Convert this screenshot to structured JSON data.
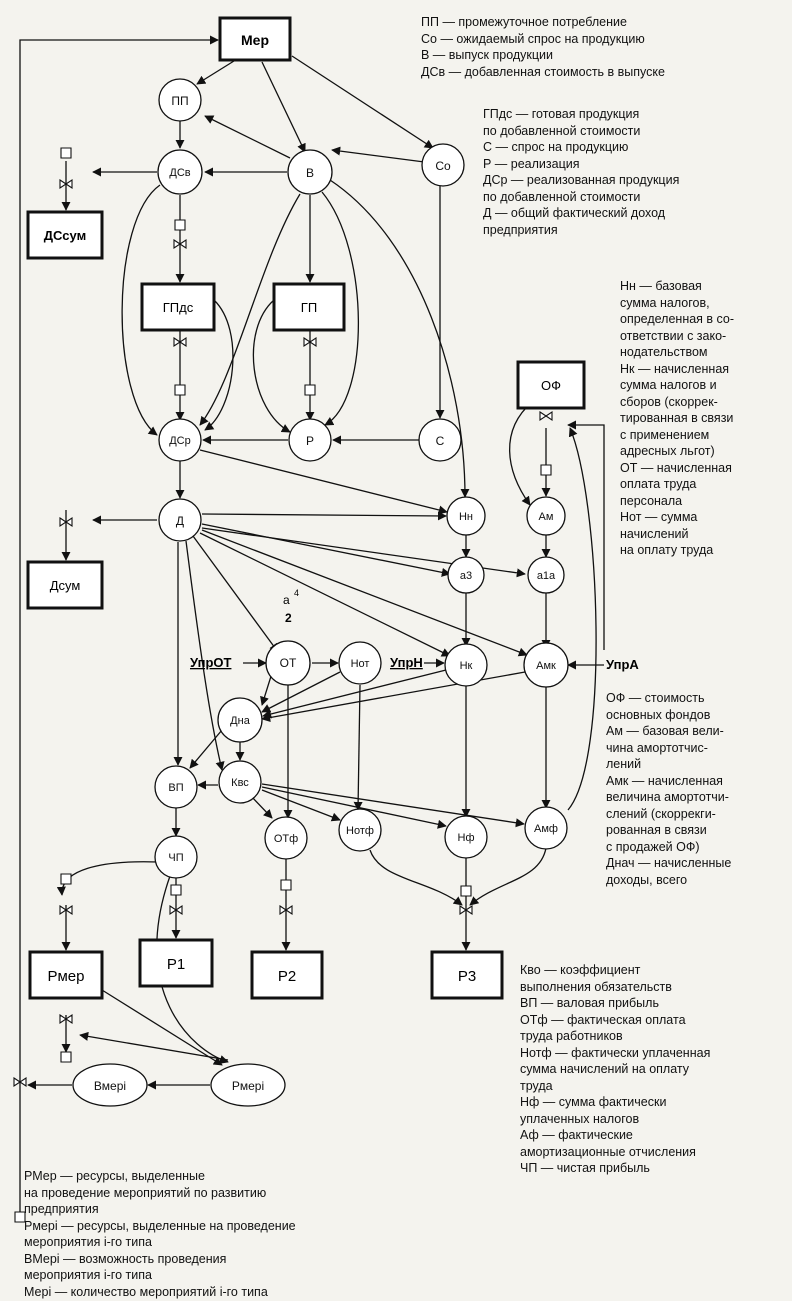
{
  "nodes": {
    "mer": "Мер",
    "pp": "ПП",
    "dsv": "ДСв",
    "v": "В",
    "so": "Со",
    "dssum": "ДСсум",
    "gpds": "ГПдс",
    "gp": "ГП",
    "dsr": "ДСр",
    "r": "Р",
    "s": "С",
    "of": "ОФ",
    "d": "Д",
    "nn": "Нн",
    "am": "Ам",
    "dsum": "Дсум",
    "a3": "а3",
    "a1a": "а1а",
    "ot": "ОТ",
    "not": "Нот",
    "nk": "Нк",
    "amk": "Амк",
    "dnach": "Дна",
    "vp": "ВП",
    "kvo": "Квс",
    "chp": "ЧП",
    "otf": "ОТф",
    "notf": "Нотф",
    "nf": "Нф",
    "amf": "Амф",
    "rmer": "Рмер",
    "p1": "Р1",
    "p2": "Р2",
    "p3": "Р3",
    "vmeri": "Вмерi",
    "rmeri": "Рмерi"
  },
  "controls": {
    "upr_ot": "УпрОТ",
    "upr_n": "УпрН",
    "upr_a": "УпрА",
    "mark_a": "а",
    "mark_a_sup": "4",
    "mark_2": "2"
  },
  "legends": {
    "top": "ПП — промежуточное потребление\nСо — ожидаемый спрос на продукцию\nВ — выпуск продукции\nДСв — добавленная стоимость в выпуске",
    "top2": "ГПдс — готовая продукция\nпо добавленной стоимости\nС — спрос на продукцию\nР — реализация\nДСр — реализованная продукция\nпо добавленной стоимости\nД — общий фактический доход\nпредприятия",
    "taxes": "Нн — базовая\nсумма налогов,\nопределенная в со-\nответствии с зако-\nнодательством\nНк — начисленная\nсумма налогов и\nсборов (скоррек-\nтированная в связи\nс применением\nадресных льгот)\nОТ — начисленная\nоплата труда\nперсонала\nНот — сумма\nначислений\nна оплату труда",
    "of": "ОФ — стоимость\nосновных фондов\nАм — базовая вели-\nчина амортотчис-\nлений\nАмк — начисленная\nвеличина амортотчи-\nслений (скоррекги-\nрованная в связи\nс продажей ОФ)\nДнач — начисленные\nдоходы, всего",
    "kvo": "Кво — коэффициент\nвыполнения обязательств\nВП — валовая прибыль\nОТф — фактическая оплата\nтруда работников\nНотф — фактически уплаченная\nсумма начислений на оплату\nтруда\nНф — сумма фактически\nуплаченных налогов\nАф — фактические\nамортизационные отчисления\nЧП — чистая прибыль",
    "bottom": "РМер — ресурсы, выделенные\nна проведение мероприятий по развитию\nпредприятия\nРмерi — ресурсы, выделенные на проведение\nмероприятия i-го типа\nВМерi — возможность проведения\nмероприятия i-го типа\nМерi — количество мероприятий i-го типа"
  }
}
